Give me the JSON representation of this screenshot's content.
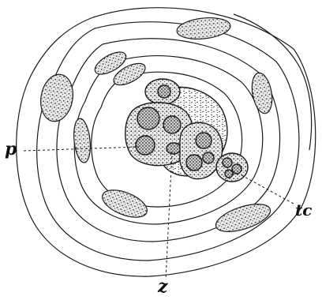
{
  "labels": {
    "p": "p",
    "z": "z",
    "tc": "tc"
  },
  "colors": {
    "ink": "#1a1a1a",
    "paper": "#ffffff",
    "stipple": "#3a3a3a"
  }
}
